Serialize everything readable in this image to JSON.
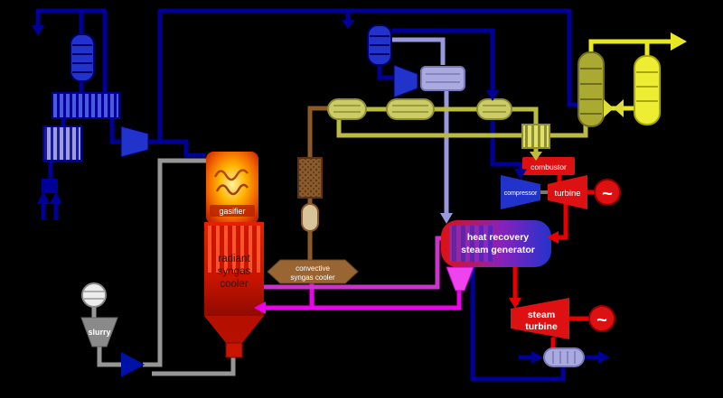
{
  "palette": {
    "background": "#000000",
    "pipe_air_navy": "#000099",
    "pipe_steam_periwinkle": "#9999DD",
    "pipe_syngas_yellow_green": "#BBBB44",
    "pipe_sulfur_yellow": "#E8E822",
    "pipe_water_magenta": "#EE00EE",
    "pipe_water_violet": "#CC33CC",
    "pipe_steam_red": "#E80000",
    "pipe_raw_syngas_brown": "#8B5A2B",
    "pipe_slurry_gray": "#969696",
    "vessel_blue": "#2233CC",
    "vessel_lavender": "#AAAADF",
    "vessel_olive": "#AAAA33",
    "vessel_yellow": "#EDED33",
    "hot_component_red": "#DD1111",
    "gasifier_orange": "#FF9900",
    "cooler_red": "#C81400",
    "brown_component": "#996633"
  },
  "components": {
    "gasifier": {
      "label": "gasifier"
    },
    "radiant_cooler": {
      "lines": [
        "radiant",
        "syngas",
        "cooler"
      ]
    },
    "convective_cooler": {
      "lines": [
        "convective",
        "syngas cooler"
      ]
    },
    "slurry": {
      "label": "slurry"
    },
    "combustor": {
      "label": "combustor"
    },
    "compressor": {
      "label": "compressor"
    },
    "gas_turbine": {
      "label": "turbine"
    },
    "hrsg": {
      "lines": [
        "heat recovery",
        "steam generator"
      ]
    },
    "steam_turbine": {
      "lines": [
        "steam",
        "turbine"
      ]
    },
    "generators": {
      "symbol": "~"
    }
  }
}
